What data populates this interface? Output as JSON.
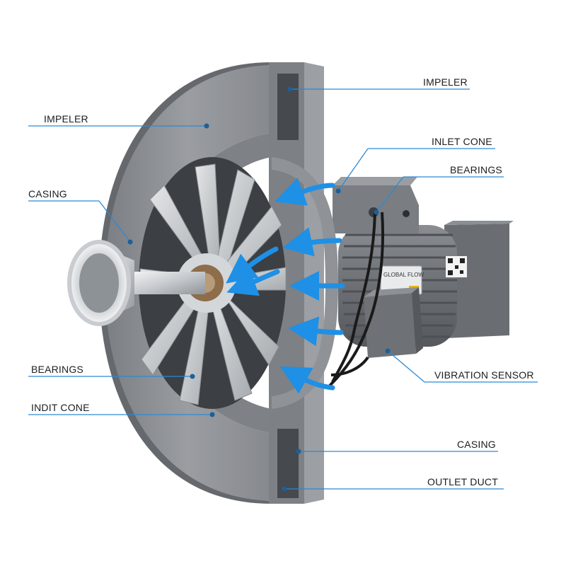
{
  "image_title": "",
  "colors": {
    "background": "#ffffff",
    "leader_line": "#2a8bd6",
    "airflow_arrow": "#1e90e6",
    "casing_gray": "#8c8f93",
    "casing_shadow": "#5d6064",
    "motor_gray": "#6f7377",
    "metal_light": "#d6d9dc",
    "label_text": "#1d1d1d"
  },
  "motor_nameplate": {
    "brand_text": "GLOBAL FLOW"
  },
  "labels": {
    "left": [
      {
        "id": "impeler-left",
        "text": "IMPELER"
      },
      {
        "id": "casing-left",
        "text": "CASING"
      },
      {
        "id": "bearings-left",
        "text": "BEARINGS"
      },
      {
        "id": "indit-cone",
        "text": "INDIT CONE"
      }
    ],
    "right": [
      {
        "id": "impeler-right",
        "text": "IMPELER"
      },
      {
        "id": "inlet-cone",
        "text": "INLET CONE"
      },
      {
        "id": "bearings-right",
        "text": "BEARINGS"
      },
      {
        "id": "vibration-sensor",
        "text": "VIBRATION SENSOR"
      },
      {
        "id": "casing-right",
        "text": "CASING"
      },
      {
        "id": "outlet-duct",
        "text": "OUTLET DUCT"
      }
    ]
  },
  "icons": {
    "airflow": "airflow-arrow-icon",
    "leader_dot": "leader-dot-icon"
  }
}
